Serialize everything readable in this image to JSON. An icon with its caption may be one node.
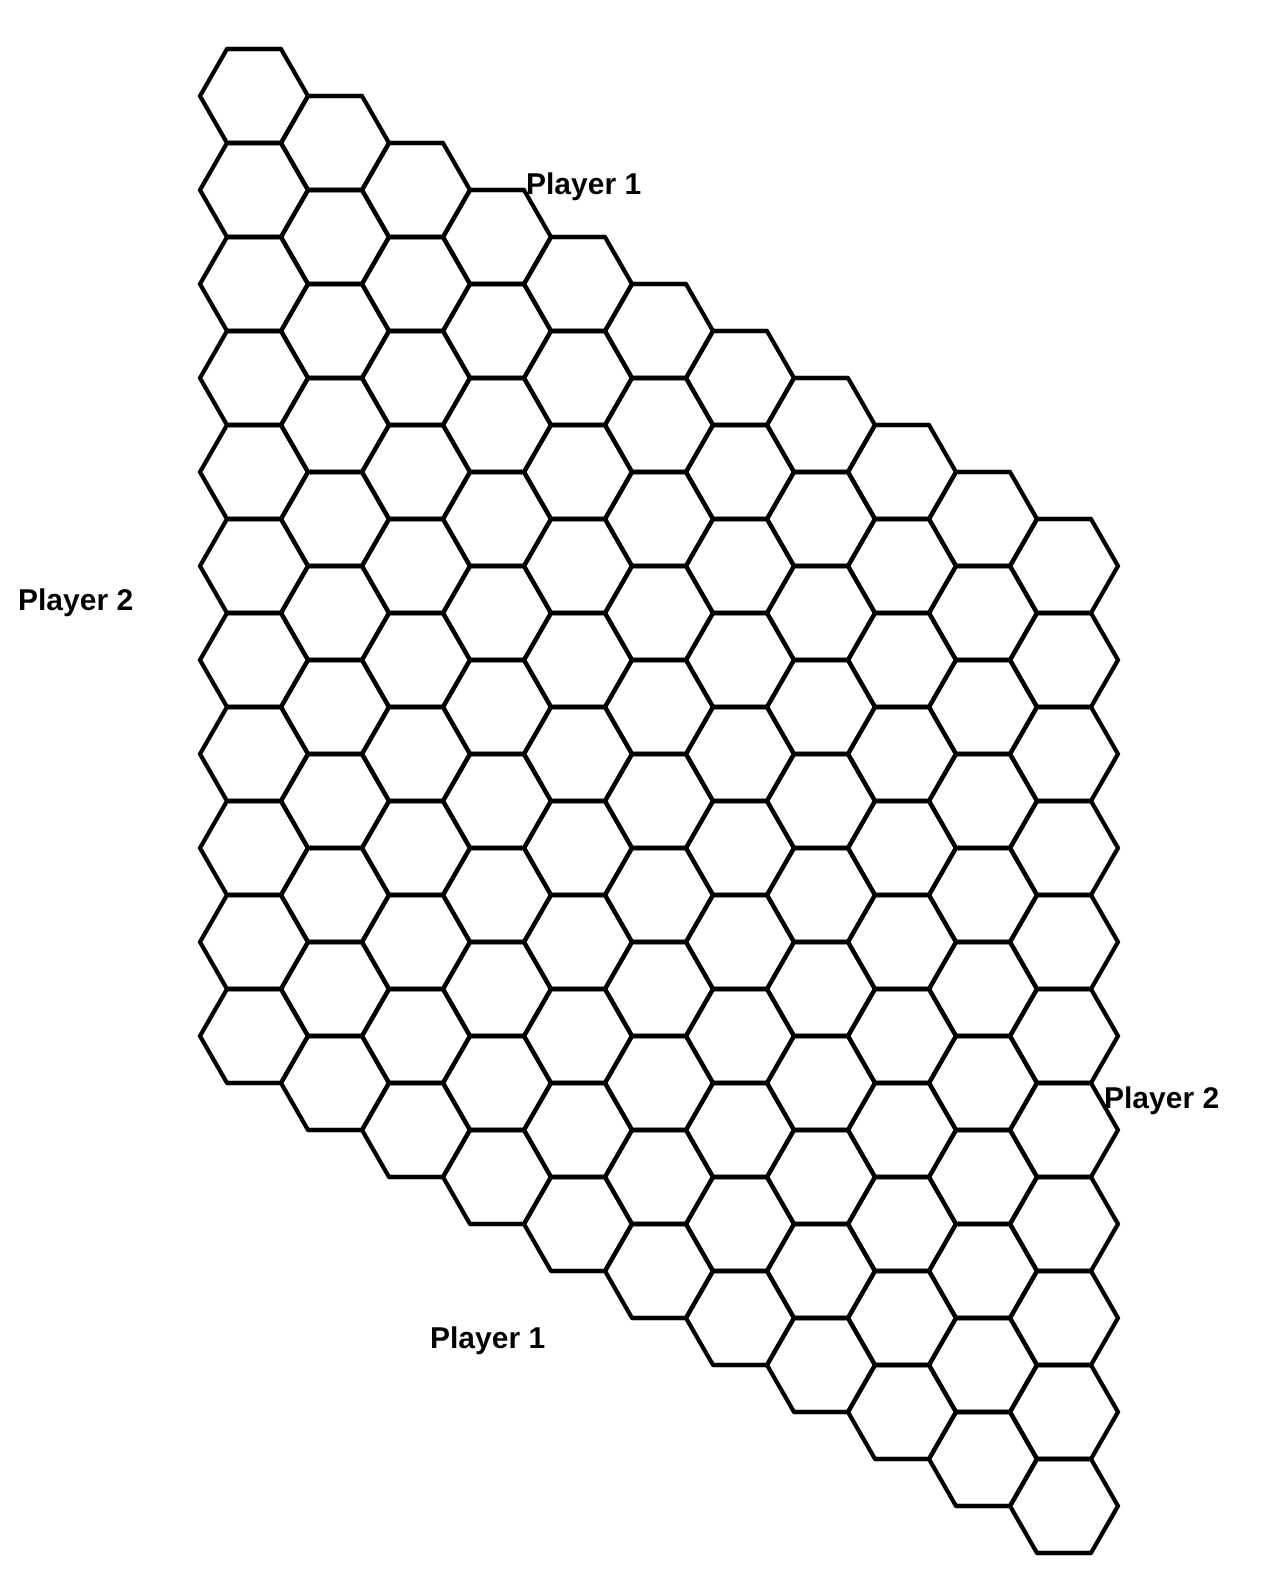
{
  "diagram": {
    "labels": [
      "Player 1",
      "Player 2",
      "Player 2",
      "Player 1"
    ]
  }
}
